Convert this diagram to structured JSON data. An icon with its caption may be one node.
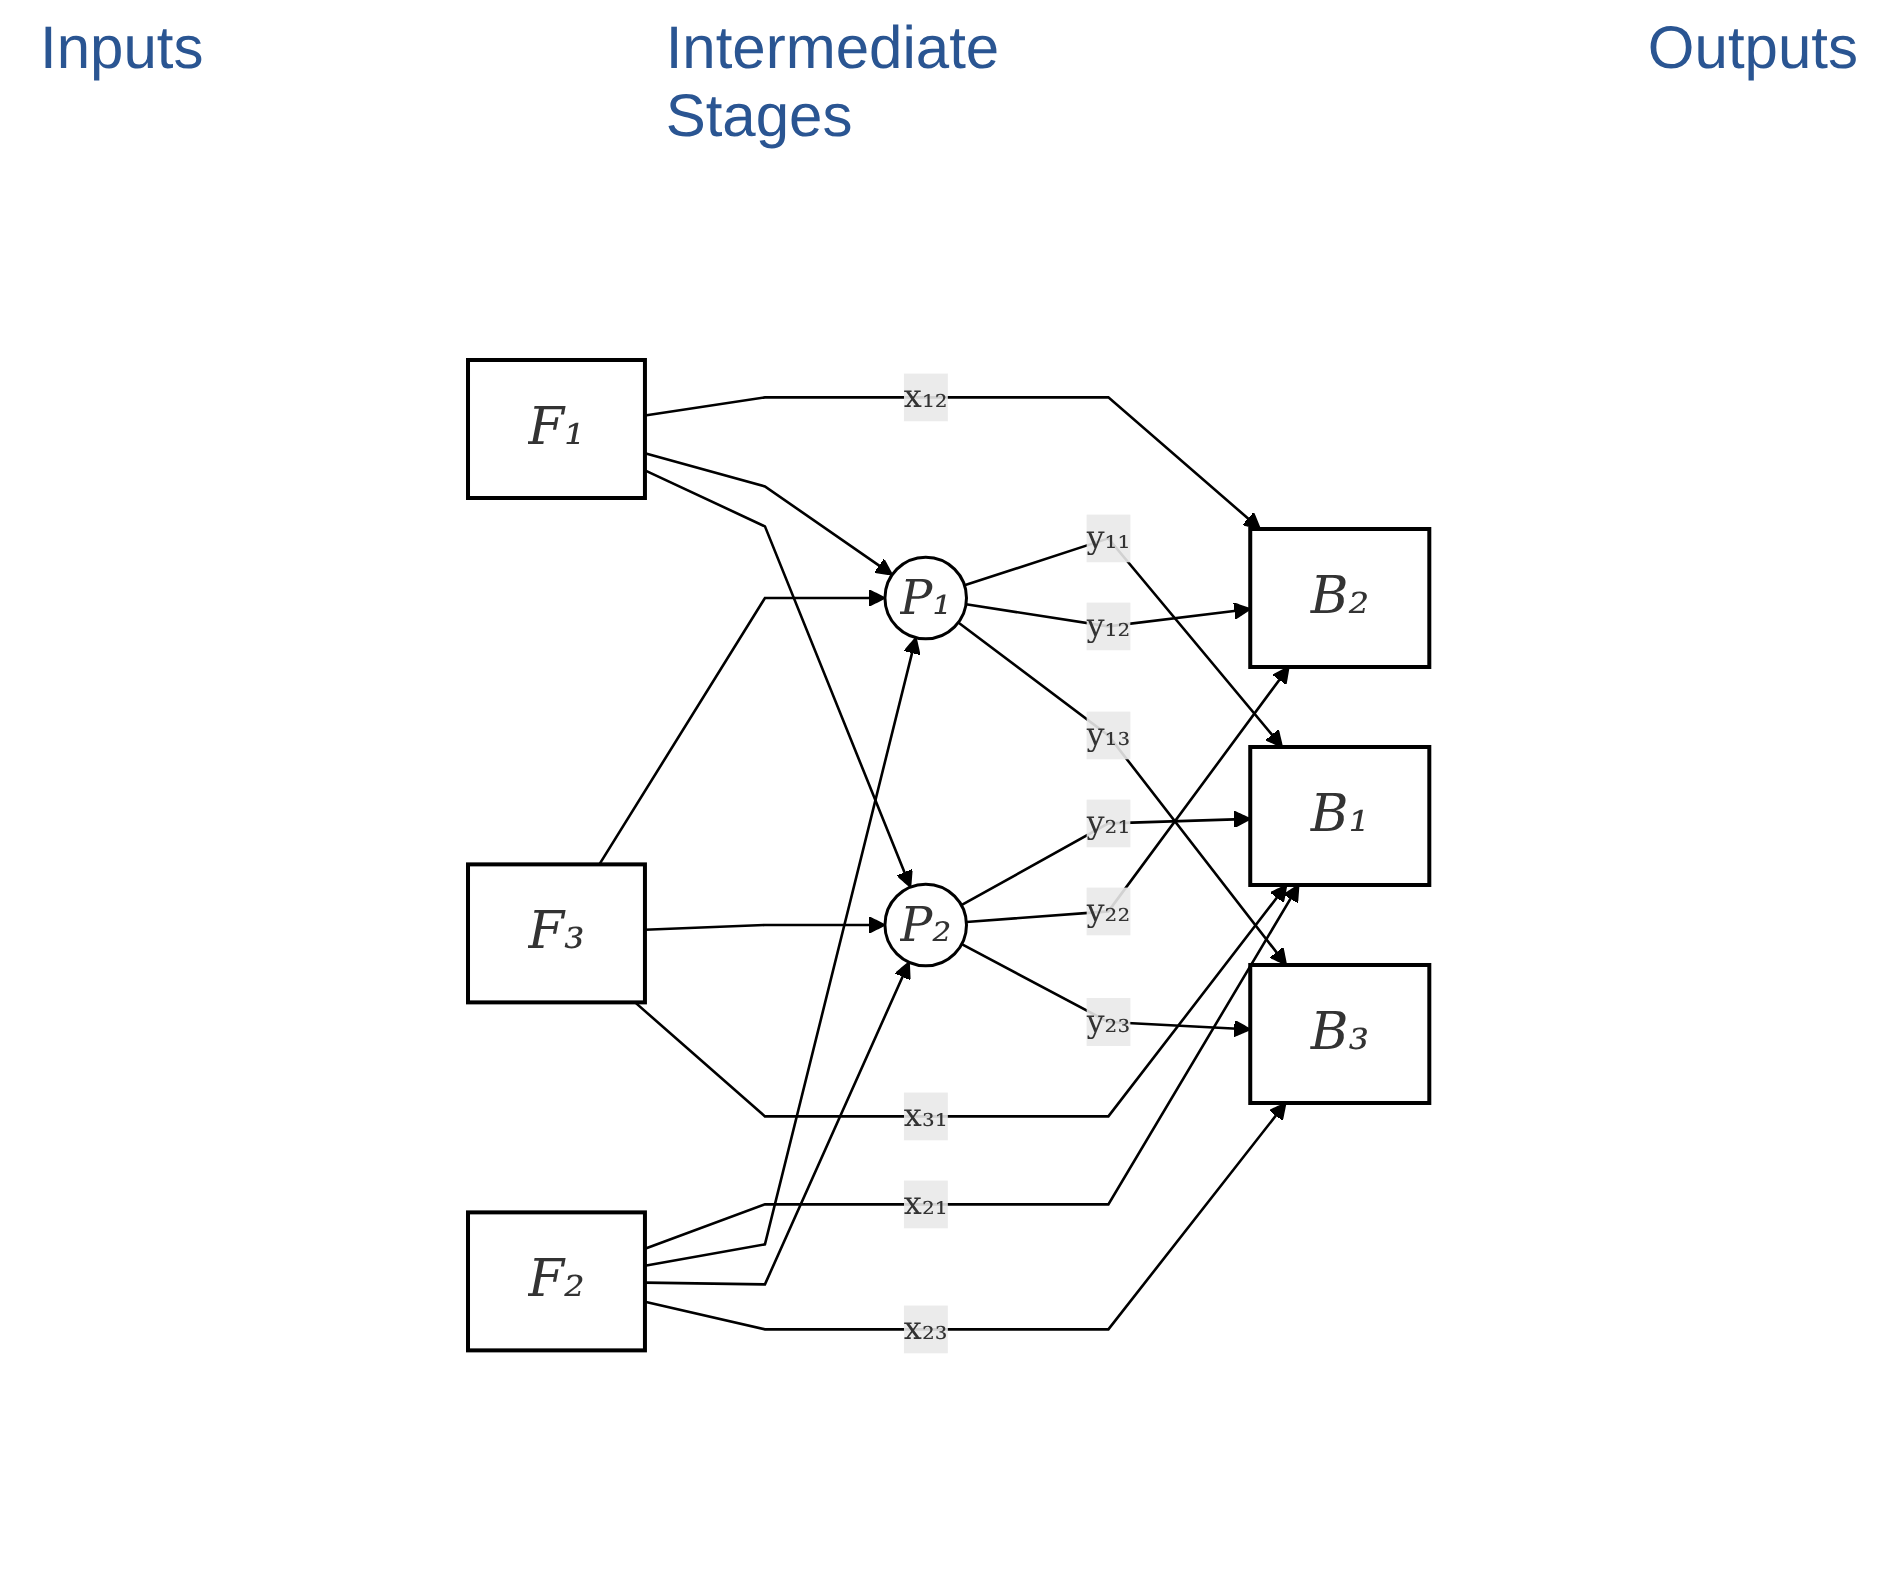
{
  "diagram": {
    "nodes": [
      {
        "text": [
          "F₁"
        ]
      },
      {
        "text": [
          "F₂"
        ]
      },
      {
        "text": [
          "F₃"
        ]
      },
      {
        "text": [
          "P₁"
        ]
      },
      {
        "text": [
          "P₂"
        ]
      },
      {
        "text": [
          "B₁"
        ]
      },
      {
        "text": [
          "B₂"
        ]
      },
      {
        "text": [
          "B₃"
        ]
      }
    ],
    "edges": [
      {
        "from": 0,
        "to": 6,
        "arrow": "to",
        "label": "x₁₂"
      },
      {
        "from": 0,
        "to": 3,
        "arrow": "to"
      },
      {
        "from": 0,
        "to": 4,
        "arrow": "to"
      },
      {
        "from": 1,
        "to": 5,
        "arrow": "to",
        "label": "x₂₁"
      },
      {
        "from": 1,
        "to": 3,
        "arrow": "to"
      },
      {
        "from": 1,
        "to": 4,
        "arrow": "to"
      },
      {
        "from": 1,
        "to": 7,
        "arrow": "to",
        "label": "x₂₃"
      },
      {
        "from": 2,
        "to": 3,
        "arrow": "to"
      },
      {
        "from": 2,
        "to": 4,
        "arrow": "to"
      },
      {
        "from": 2,
        "to": 5,
        "arrow": "to",
        "label": "x₃₁"
      },
      {
        "from": 3,
        "to": 5,
        "arrow": "to",
        "label": "y₁₁"
      },
      {
        "from": 3,
        "to": 6,
        "arrow": "to",
        "label": "y₁₂"
      },
      {
        "from": 3,
        "to": 7,
        "arrow": "to",
        "label": "y₁₃"
      },
      {
        "from": 4,
        "to": 5,
        "arrow": "to",
        "label": "y₂₁"
      },
      {
        "from": 4,
        "to": 6,
        "arrow": "to",
        "label": "y₂₂"
      },
      {
        "from": 4,
        "to": 7,
        "arrow": "to",
        "label": "y₂₃"
      }
    ],
    "labels": [
      "Inputs",
      "Intermediate Stages",
      "Outputs"
    ]
  }
}
